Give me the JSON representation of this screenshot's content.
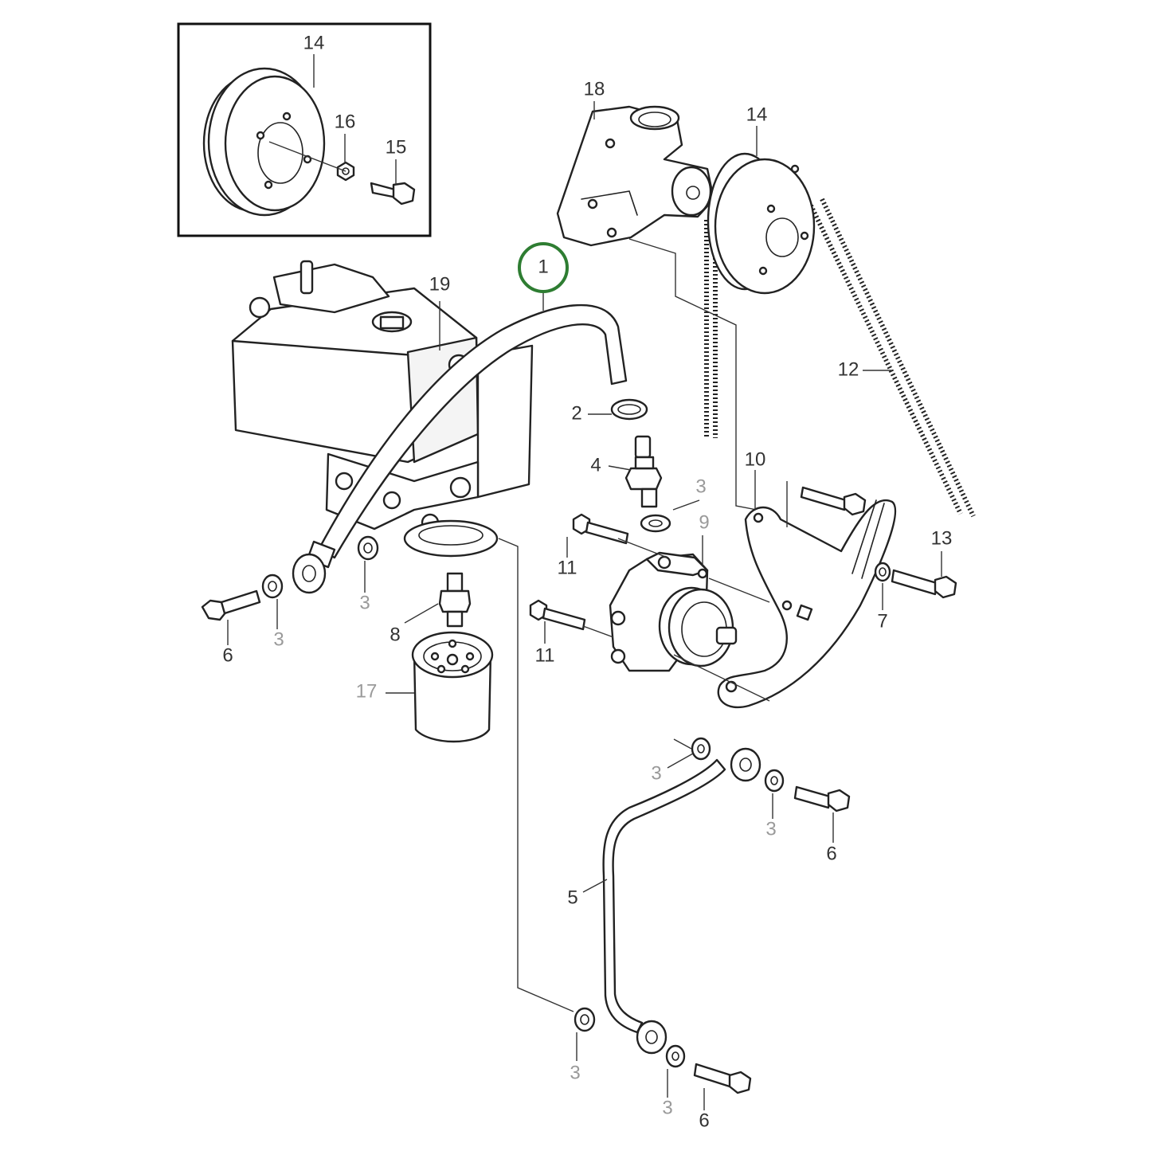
{
  "colors": {
    "line": "#222222",
    "label_dark": "#333333",
    "label_light": "#9a9a9a",
    "highlight": "#2e7d32"
  },
  "callouts": {
    "inset_14": "14",
    "inset_16": "16",
    "inset_15": "15",
    "pump_18": "18",
    "pulley_14": "14",
    "hose_1": "1",
    "reservoir_19": "19",
    "belt_12": "12",
    "clamp_2": "2",
    "union_4": "4",
    "washer_3_upper": "3",
    "bracket_10": "10",
    "bolt_13": "13",
    "bolt_11_upper": "11",
    "pump_9": "9",
    "bolt_11_lower": "11",
    "washer_7": "7",
    "washer_3_left_a": "3",
    "washer_3_left_b": "3",
    "bolt_6_left": "6",
    "nipple_8": "8",
    "filter_17": "17",
    "washer_3_right_a": "3",
    "washer_3_right_b": "3",
    "bolt_6_right": "6",
    "pipe_5": "5",
    "washer_3_bottom_a": "3",
    "washer_3_bottom_b": "3",
    "bolt_6_bottom": "6"
  }
}
